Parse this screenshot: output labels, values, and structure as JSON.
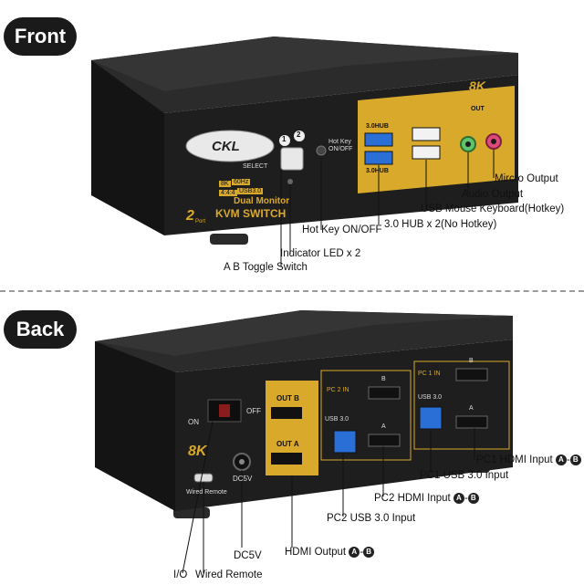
{
  "sections": {
    "front": "Front",
    "back": "Back"
  },
  "front": {
    "brand": "CKL",
    "badge_8k": "8K",
    "select_label": "SELECT",
    "button_1": "1",
    "button_2": "2",
    "hotkey_text": "Hot Key ON/OFF",
    "hub_top": "3.0HUB",
    "hub_bottom": "3.0HUB",
    "out_label": "OUT",
    "spec_tags": [
      "8K",
      "60Hz",
      "4:4:4",
      "USB3.0"
    ],
    "model_line1": "Dual Monitor",
    "model_line2": "KVM SWITCH",
    "port_count": "2",
    "port_word": "Port",
    "callouts": {
      "mic": "Mircro Output",
      "audio": "Audio Output",
      "usb_mouse": "USB Mouse Keyboard(Hotkey)",
      "hotkey": "Hot Key ON/OFF",
      "hub": "3.0 HUB x 2(No Hotkey)",
      "led": "Indicator LED x 2",
      "toggle": "A B Toggle Switch"
    }
  },
  "back": {
    "on": "ON",
    "off": "OFF",
    "badge_8k": "8K",
    "dc_label": "DC5V",
    "wired_remote_label": "Wired Remote",
    "out_b": "OUT B",
    "out_a": "OUT A",
    "pc2_in": "PC 2 IN",
    "pc1_in": "PC 1 IN",
    "usb30": "USB 3.0",
    "port_a": "A",
    "port_b": "B",
    "callouts": {
      "pc1_hdmi": "PC1 HDMI Input",
      "pc1_usb": "PC1 USB 3.0 Input",
      "pc2_hdmi": "PC2 HDMI Input",
      "pc2_usb": "PC2 USB 3.0 Input",
      "dc5v": "DC5V",
      "hdmi_out": "HDMI Output",
      "io": "I/O",
      "wired_remote": "Wired Remote"
    }
  },
  "colors": {
    "gold": "#d9a92c",
    "body": "#1c1c1c",
    "usb_blue": "#2a6fd6",
    "mic_pink": "#e04a7a",
    "audio_green": "#5fc46b"
  }
}
